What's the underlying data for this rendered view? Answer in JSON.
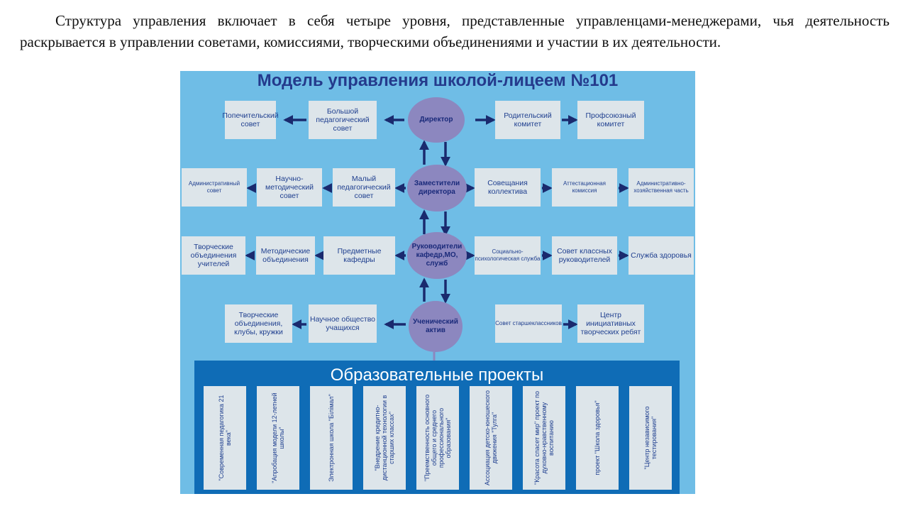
{
  "intro_text": "Структура управления включает в себя четыре уровня, представленные управленцами-менеджерами, чья деятельность раскрывается в управлении советами, комиссиями, творческими объединениями и участии в их деятельности.",
  "diagram": {
    "title": "Модель управления школой-лицеем №101",
    "level1": {
      "hub": "Директор",
      "left": [
        "Большой педагогический совет",
        "Попечительский совет"
      ],
      "right": [
        "Родительский комитет",
        "Профсоюзный комитет"
      ]
    },
    "level2": {
      "hub": "Заместители директора",
      "left": [
        "Малый педагогический совет",
        "Научно-методический совет",
        "Административный совет"
      ],
      "right": [
        "Совещания коллектива",
        "Аттестационная комиссия",
        "Административно-хозяйственная часть"
      ]
    },
    "level3": {
      "hub": "Руководители кафедр,МО, служб",
      "left": [
        "Предметные кафедры",
        "Методические объединения",
        "Творческие объединения учителей"
      ],
      "right": [
        "Социально-психологическая служба",
        "Совет классных руководителей",
        "Служба здоровья"
      ]
    },
    "level4": {
      "hub": "Ученический актив",
      "left": [
        "Научное общество учащихся",
        "Творческие объединения, клубы, кружки"
      ],
      "right": [
        "Совет старшеклассников",
        "Центр инициативных творческих ребят"
      ]
    },
    "projects": {
      "title": "Образовательные проекты",
      "items": [
        "\"Современная педагогика 21 века\"",
        "\"Апробация модели 12-летней школы\"",
        "Электронная школа \"Білімал\"",
        "\"Внедрение кредитно-дистанционной технологии в старших классах\"",
        "\"Преемственность основного общего и среднего профессионального образования\"",
        "Ассоциация детско-юношеского движения \"Тулга\"",
        "\"Красота спасет мир\" проект по духовно-нравственному воспитанию",
        "проект \"Школа здоровья\"",
        "\"Центр независимого тестирования\""
      ]
    }
  },
  "colors": {
    "background": "#6fbde6",
    "box": "#dde5ea",
    "hub": "#8c87bf",
    "panel": "#0f6cb6",
    "arrow": "#1a2a6e"
  }
}
